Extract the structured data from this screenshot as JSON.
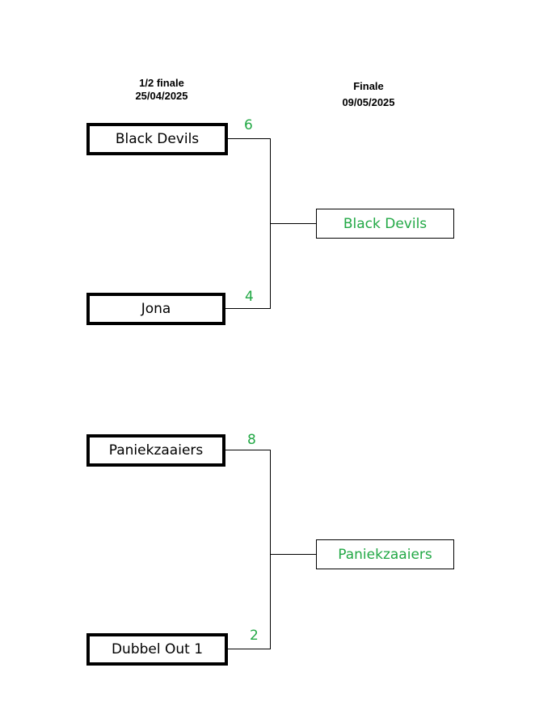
{
  "rounds": {
    "semifinal": {
      "title": "1/2 finale",
      "date": "25/04/2025"
    },
    "final": {
      "title": "Finale",
      "date": "09/05/2025"
    }
  },
  "matches": [
    {
      "team_top": "Black Devils",
      "score_top": "6",
      "team_bottom": "Jona",
      "score_bottom": "4",
      "winner": "Black Devils"
    },
    {
      "team_top": "Paniekzaaiers",
      "score_top": "8",
      "team_bottom": "Dubbel Out 1",
      "score_bottom": "2",
      "winner": "Paniekzaaiers"
    }
  ],
  "colors": {
    "score": "#22a845",
    "winner_text": "#22a845",
    "lines": "#000000"
  }
}
